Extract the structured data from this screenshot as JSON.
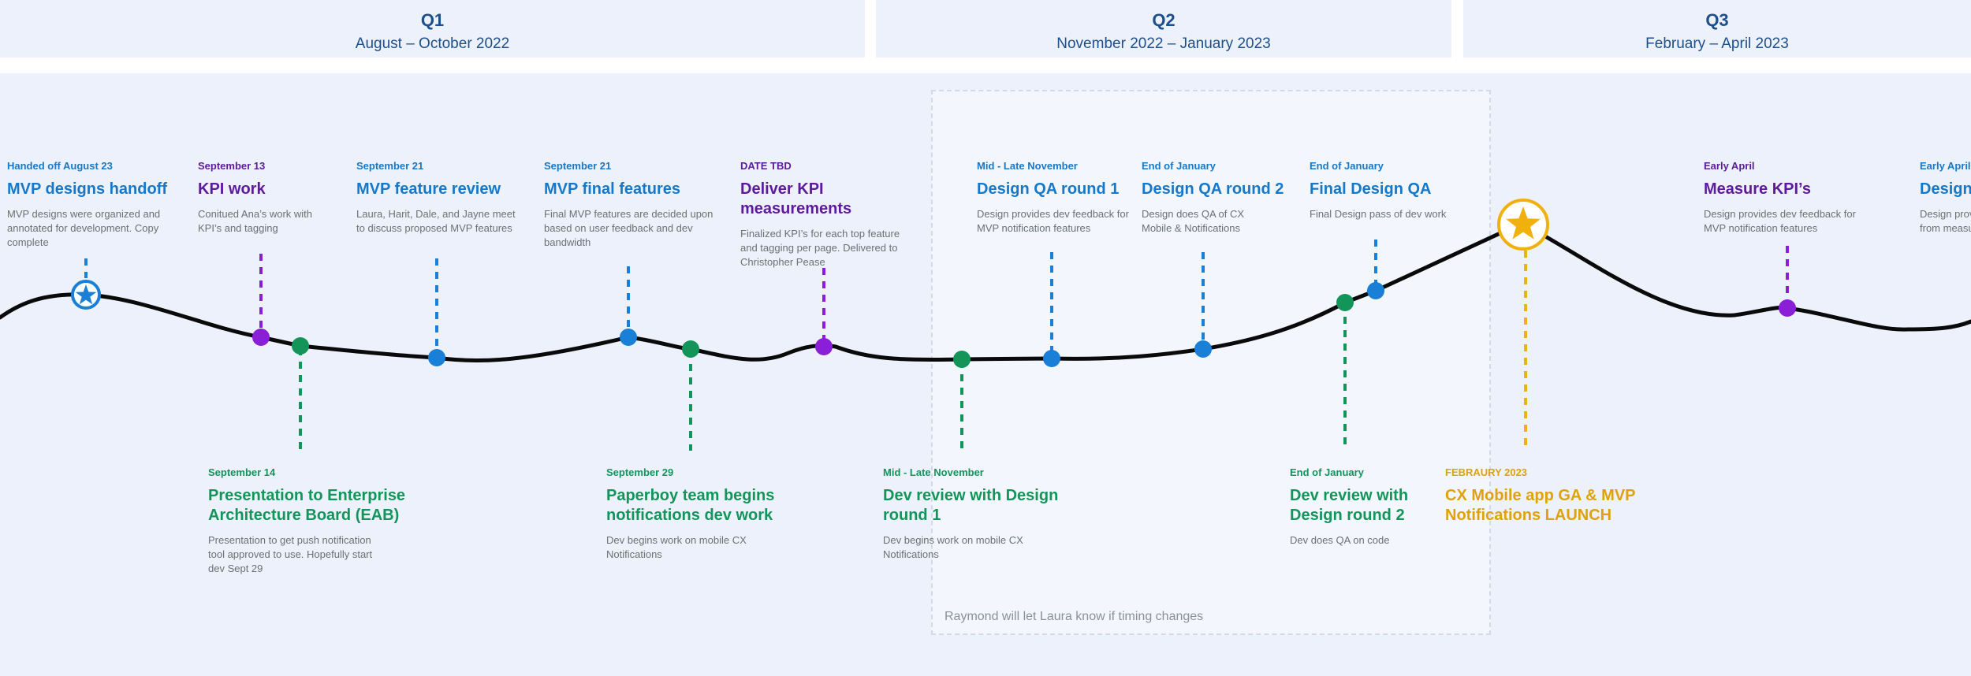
{
  "quarters": [
    {
      "title": "Q1",
      "range": "August – October 2022"
    },
    {
      "title": "Q2",
      "range": "November 2022 – January 2023"
    },
    {
      "title": "Q3",
      "range": "February – April 2023"
    }
  ],
  "qa_window_note": "Raymond will let Laura know if timing changes",
  "colors": {
    "blue": "#1a7fd6",
    "purple": "#8b1fd8",
    "green": "#13955a",
    "gold": "#f0b10e",
    "line": "#0a0a0a"
  },
  "milestone_icons": [
    "star-icon",
    "star-icon"
  ],
  "events_top": [
    {
      "date": "Handed off August 23",
      "title": "MVP designs handoff",
      "desc": "MVP designs were organized and annotated for development. Copy complete"
    },
    {
      "date": "September 13",
      "title": "KPI work",
      "desc": "Conitued Ana’s work with KPI’s and tagging"
    },
    {
      "date": "September 21",
      "title": "MVP feature review",
      "desc": "Laura, Harit, Dale, and Jayne meet to discuss proposed MVP features"
    },
    {
      "date": "September 21",
      "title": "MVP final features",
      "desc": "Final MVP features are decided upon based on user feedback and dev bandwidth"
    },
    {
      "date": "DATE TBD",
      "title": "Deliver KPI measurements",
      "desc": "Finalized KPI’s for each top feature and tagging per page. Delivered to Christopher Pease"
    },
    {
      "date": "Mid - Late November",
      "title": "Design QA round 1",
      "desc": "Design provides dev feedback for MVP notification features"
    },
    {
      "date": "End of January",
      "title": "Design QA round 2",
      "desc": "Design does QA of CX Mobile & Notifications"
    },
    {
      "date": "End of January",
      "title": "Final Design QA",
      "desc": "Final Design pass of dev work"
    },
    {
      "date": "Early April",
      "title": "Measure KPI’s",
      "desc": "Design provides dev feedback for MVP notification features"
    },
    {
      "date": "Early April",
      "title": "Design",
      "desc": "Design provides dev feedback from measurements"
    }
  ],
  "events_bottom": [
    {
      "date": "September 14",
      "title": "Presentation to Enterprise Architecture Board (EAB)",
      "desc": "Presentation to get push notification tool approved to use. Hopefully start dev Sept 29"
    },
    {
      "date": "September 29",
      "title": "Paperboy team begins notifications dev work",
      "desc": "Dev begins work on mobile CX Notifications"
    },
    {
      "date": "Mid - Late November",
      "title": "Dev review with Design round 1",
      "desc": "Dev begins work on mobile CX Notifications"
    },
    {
      "date": "End of January",
      "title": "Dev review with Design round 2",
      "desc": "Dev does QA on code"
    },
    {
      "date": "FEBRAURY 2023",
      "title": "CX Mobile app GA & MVP Notifications LAUNCH",
      "desc": ""
    }
  ]
}
